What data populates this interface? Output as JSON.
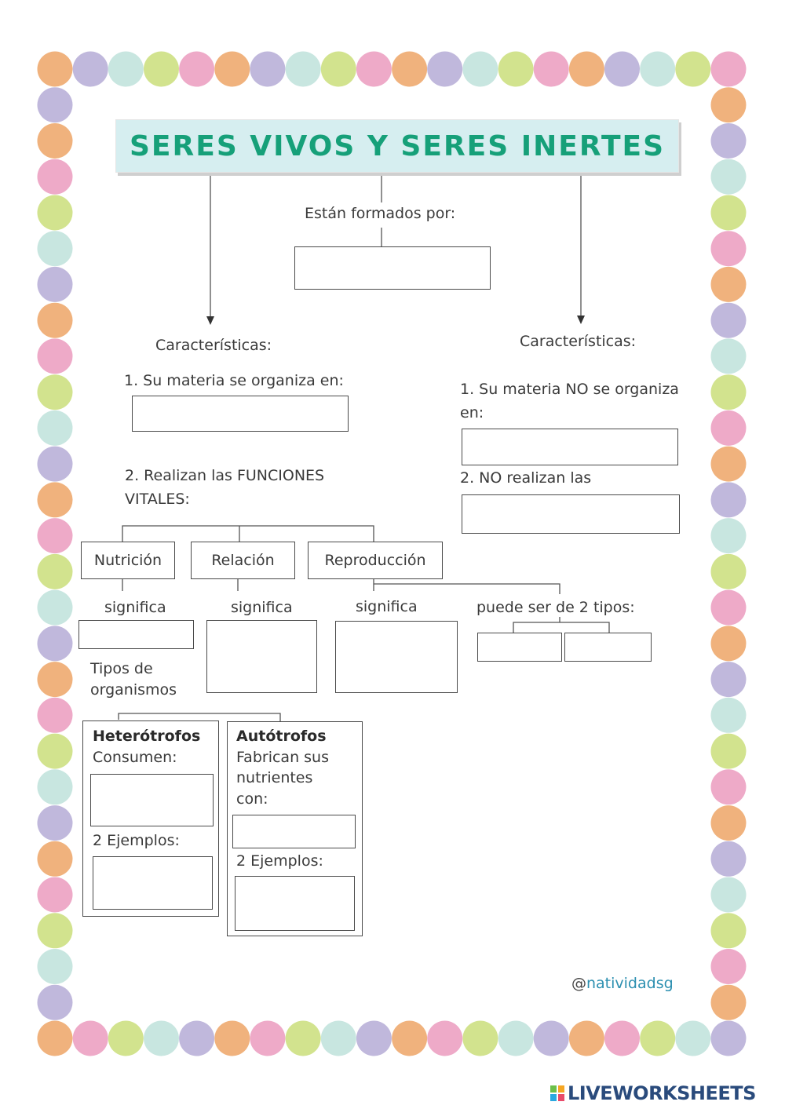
{
  "title": "SERES VIVOS Y SERES INERTES",
  "formed_by": "Están formados por:",
  "left": {
    "heading": "Características:",
    "item1": "1. Su materia se organiza en:",
    "item2_line1": "2. Realizan las FUNCIONES",
    "item2_line2": "VITALES:",
    "functions": [
      "Nutrición",
      "Relación",
      "Reproducción"
    ],
    "significa": "significa",
    "types_line1": "Tipos de",
    "types_line2": "organismos",
    "reproduction_types": "puede ser de 2 tipos:",
    "heterotrofos": {
      "title": "Heterótrofos",
      "consume": "Consumen:",
      "examples": "2 Ejemplos:"
    },
    "autotrofos": {
      "title": "Autótrofos",
      "line1": "Fabrican sus",
      "line2": "nutrientes",
      "line3": "con:",
      "examples": "2 Ejemplos:"
    }
  },
  "right": {
    "heading": "Características:",
    "item1_line1": "1. Su materia NO se organiza",
    "item1_line2": "en:",
    "item2": "2. NO realizan las"
  },
  "credit": {
    "at": "@",
    "handle": "natividadsg"
  },
  "brand": "LIVEWORKSHEETS",
  "colors": {
    "title_text": "#16a079",
    "title_bg": "#d6eef0",
    "border_dots": [
      "#f0b27d",
      "#c0b8dc",
      "#c8e6e0",
      "#d2e38e",
      "#eeaac8"
    ],
    "credit": "#2b8fb0",
    "brand": "#2a4b7c"
  }
}
